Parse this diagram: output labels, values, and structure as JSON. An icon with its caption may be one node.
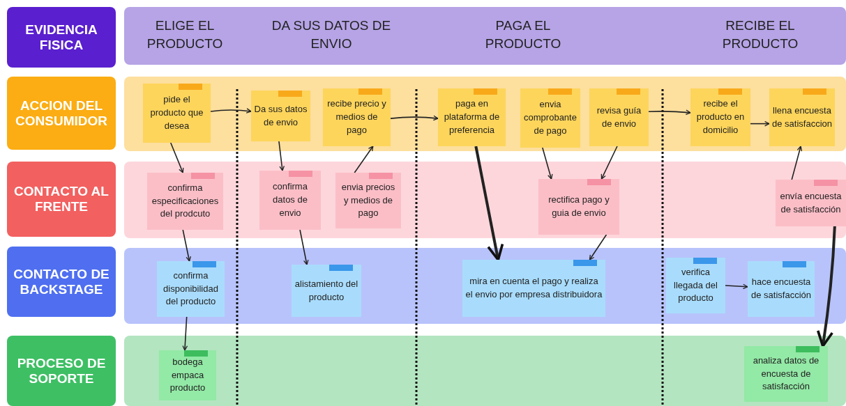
{
  "diagram": {
    "nodes": [
      {
        "text": [
          "EVIDENCIA FISICA"
        ]
      },
      {
        "text": [
          "ELIGE EL PRODUCTO",
          "DA SUS DATOS DE ENVIO",
          "PAGA EL PRODUCTO",
          "RECIBE EL PRODUCTO"
        ]
      },
      {
        "text": [
          "ACCION DEL CONSUMIDOR"
        ]
      },
      {
        "text": [],
        "shape": "box"
      },
      {
        "text": [
          "CONTACTO AL FRENTE"
        ]
      },
      {
        "text": [],
        "shape": "box"
      },
      {
        "text": [
          "CONTACTO DE BACKSTAGE"
        ]
      },
      {
        "text": [],
        "shape": "box"
      },
      {
        "text": [
          "PROCESO DE SOPORTE"
        ]
      },
      {
        "text": [],
        "shape": "box"
      },
      {
        "text": [
          "pide el producto que desea"
        ],
        "in": 3
      },
      {
        "text": [
          "Da sus datos de envio"
        ],
        "in": 3
      },
      {
        "text": [
          "recibe precio y medios de pago"
        ],
        "in": 3
      },
      {
        "text": [
          "paga en plataforma de preferencia"
        ],
        "in": 3
      },
      {
        "text": [
          "envia comprobante de pago"
        ],
        "in": 3
      },
      {
        "text": [
          "revisa guía de envio"
        ],
        "in": 3
      },
      {
        "text": [
          "recibe el producto en domicilio"
        ],
        "in": 3
      },
      {
        "text": [
          "llena encuesta de satisfaccion"
        ],
        "in": 3
      },
      {
        "text": [
          "confirma especificaciones del prodcuto"
        ],
        "in": 5
      },
      {
        "text": [
          "confirma datos de envio"
        ],
        "in": 5
      },
      {
        "text": [
          "envia precios y medios de pago"
        ],
        "in": 5
      },
      {
        "text": [
          "rectifica pago y guia de envio"
        ],
        "in": 5
      },
      {
        "text": [
          "envía encuesta de satisfacción"
        ],
        "in": 5
      },
      {
        "text": [
          "confirma disponibilidad del producto"
        ],
        "in": 7
      },
      {
        "text": [
          "alistamiento del producto"
        ],
        "in": 7
      },
      {
        "text": [
          "mira en cuenta el pago y realiza el envio por empresa distribuidora"
        ],
        "in": 7
      },
      {
        "text": [
          "verifica llegada del producto"
        ],
        "in": 7
      },
      {
        "text": [
          "hace encuesta de satisfacción"
        ],
        "in": 7
      },
      {
        "text": [
          "bodega empaca producto"
        ],
        "in": 9
      },
      {
        "text": [
          "analiza datos de encuesta de satisfacción"
        ],
        "in": 9
      }
    ],
    "edges": [
      {
        "from": 10,
        "to": 11,
        "arrow": "to"
      },
      {
        "from": 10,
        "to": 18,
        "arrow": "to"
      },
      {
        "from": 18,
        "to": 23,
        "arrow": "to"
      },
      {
        "from": 23,
        "to": 28,
        "arrow": "to"
      },
      {
        "from": 11,
        "to": 19,
        "arrow": "to"
      },
      {
        "from": 19,
        "to": 24,
        "arrow": "to"
      },
      {
        "from": 20,
        "to": 12,
        "arrow": "to"
      },
      {
        "from": 12,
        "to": 13,
        "arrow": "to"
      },
      {
        "from": 13,
        "to": 25,
        "arrow": "to",
        "style": "thick"
      },
      {
        "from": 14,
        "to": 21,
        "arrow": "to"
      },
      {
        "from": 15,
        "to": 21,
        "arrow": "to"
      },
      {
        "from": 21,
        "to": 25,
        "arrow": "to"
      },
      {
        "from": 15,
        "to": 16,
        "arrow": "to"
      },
      {
        "from": 16,
        "to": 17,
        "arrow": "to"
      },
      {
        "from": 22,
        "to": 17,
        "arrow": "to"
      },
      {
        "from": 26,
        "to": 27,
        "arrow": "to"
      },
      {
        "from": 22,
        "to": 29,
        "arrow": "to",
        "style": "thick"
      }
    ]
  }
}
